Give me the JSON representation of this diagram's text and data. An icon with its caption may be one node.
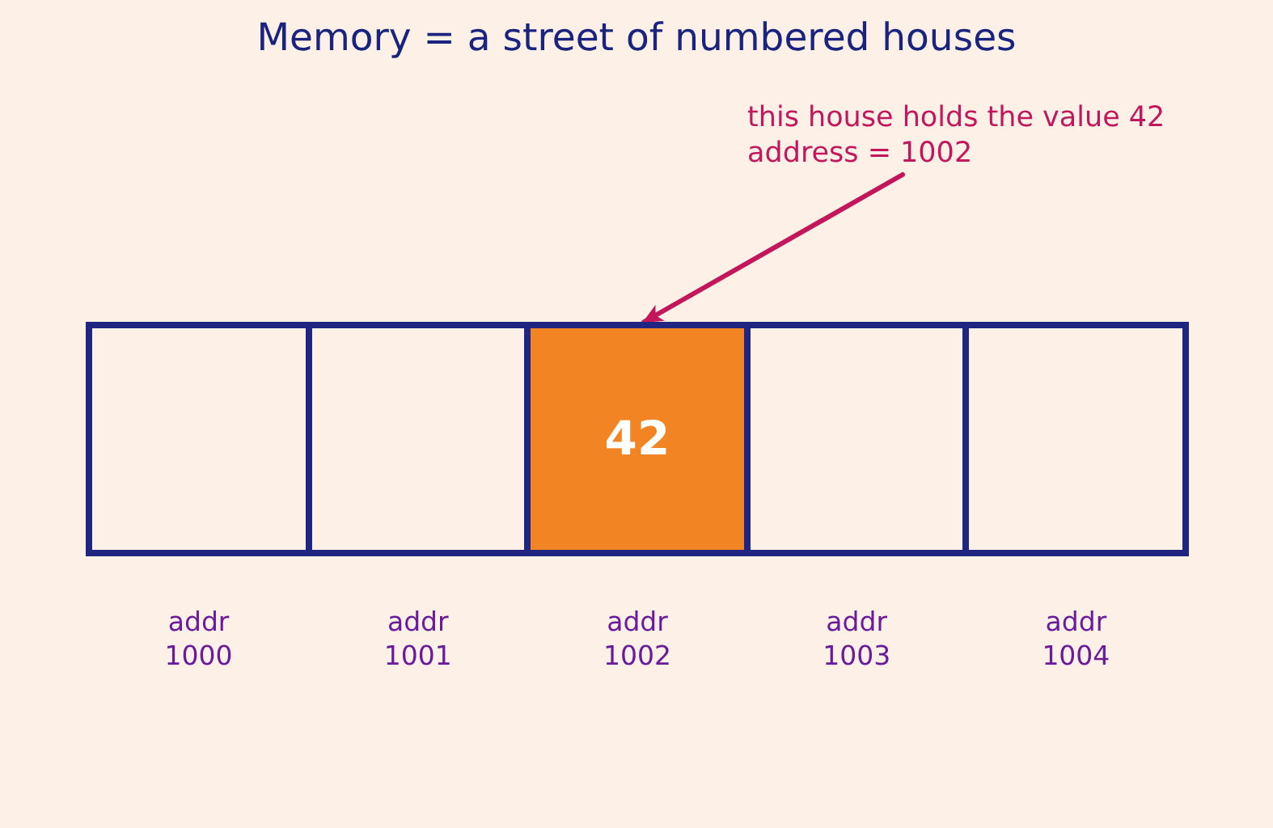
{
  "diagram": {
    "title": "Memory = a street of numbered houses",
    "nodes": [
      {
        "text": [],
        "shape": "box",
        "beside": [
          "addr 1000"
        ]
      },
      {
        "text": [],
        "shape": "box",
        "beside": [
          "addr 1001"
        ]
      },
      {
        "text": [
          "42"
        ],
        "beside": [
          "addr 1002"
        ]
      },
      {
        "text": [],
        "shape": "box",
        "beside": [
          "addr 1003"
        ]
      },
      {
        "text": [],
        "shape": "box",
        "beside": [
          "addr 1004"
        ]
      },
      {
        "text": [
          "this house holds the value 42 address = 1002"
        ]
      }
    ],
    "edges": [
      {
        "from": 5,
        "to": 2,
        "arrow": "to",
        "color": "#c2185b"
      }
    ]
  }
}
